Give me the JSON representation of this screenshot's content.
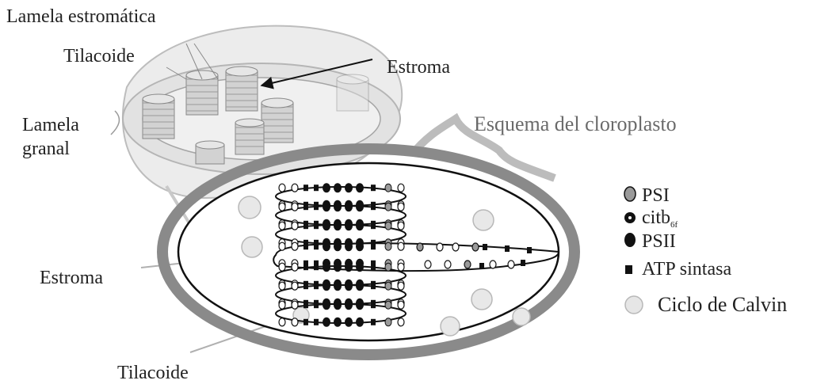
{
  "labels": {
    "lamela_estromatica": "Lamela estromática",
    "tilacoide_top": "Tilacoide",
    "estroma_top": "Estroma",
    "lamela_granal_line1": "Lamela",
    "lamela_granal_line2": "granal",
    "esquema": "Esquema del cloroplasto",
    "estroma_left": "Estroma",
    "tilacoide_bottom": "Tilacoide"
  },
  "legend": [
    {
      "key": "psi",
      "label": "PSI",
      "symbol": "gray-ellipse-icon"
    },
    {
      "key": "citb",
      "label": "citb",
      "sub": "6f",
      "symbol": "small-dotted-circle-icon"
    },
    {
      "key": "psii",
      "label": "PSII",
      "symbol": "black-ellipse-icon"
    },
    {
      "key": "atp",
      "label": "ATP sintasa",
      "symbol": "black-square-icon"
    },
    {
      "key": "calvin",
      "label": "Ciclo de Calvin",
      "symbol": "calvin-blob-icon"
    }
  ],
  "colors": {
    "membrane": "#8a8a8a",
    "outline": "#111111",
    "psi": "#9a9a9a",
    "psii": "#111111",
    "atp": "#111111",
    "background_sketch": "#cfcfcf"
  }
}
